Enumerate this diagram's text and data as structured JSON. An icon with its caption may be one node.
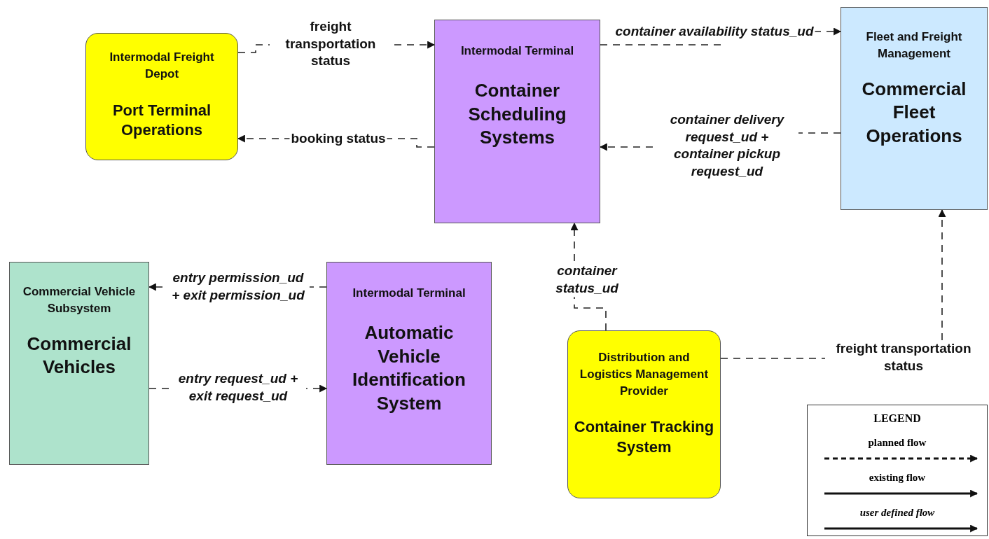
{
  "diagram": {
    "nodes": [
      {
        "text": [
          "Intermodal Freight Depot",
          "Port Terminal Operations"
        ]
      },
      {
        "text": [
          "Intermodal Terminal",
          "Container Scheduling Systems"
        ]
      },
      {
        "text": [
          "Fleet and Freight Management",
          "Commercial Fleet Operations"
        ]
      },
      {
        "text": [
          "Commercial Vehicle Subsystem",
          "Commercial Vehicles"
        ]
      },
      {
        "text": [
          "Intermodal Terminal",
          "Automatic Vehicle Identification System"
        ]
      },
      {
        "text": [
          "Distribution and Logistics Management Provider",
          "Container Tracking System"
        ]
      }
    ],
    "edges": [
      {
        "from": 0,
        "to": 1,
        "arrow": "to",
        "label": "freight transportation status"
      },
      {
        "from": 1,
        "to": 0,
        "arrow": "to",
        "label": "booking status"
      },
      {
        "from": 1,
        "to": 2,
        "arrow": "to",
        "label": "container availability status_ud"
      },
      {
        "from": 2,
        "to": 1,
        "arrow": "to",
        "label": "container delivery request_ud + container pickup request_ud"
      },
      {
        "from": 4,
        "to": 3,
        "arrow": "to",
        "label": "entry permission_ud + exit permission_ud"
      },
      {
        "from": 3,
        "to": 4,
        "arrow": "to",
        "label": "entry request_ud + exit request_ud"
      },
      {
        "from": 5,
        "to": 1,
        "arrow": "to",
        "label": "container status_ud"
      },
      {
        "from": 5,
        "to": 2,
        "arrow": "to",
        "label": "freight transportation status"
      }
    ],
    "labels": [
      "LEGEND"
    ],
    "legend": [
      {
        "text": "planned flow"
      },
      {
        "text": "existing flow"
      },
      {
        "text": "user defined flow"
      }
    ]
  }
}
